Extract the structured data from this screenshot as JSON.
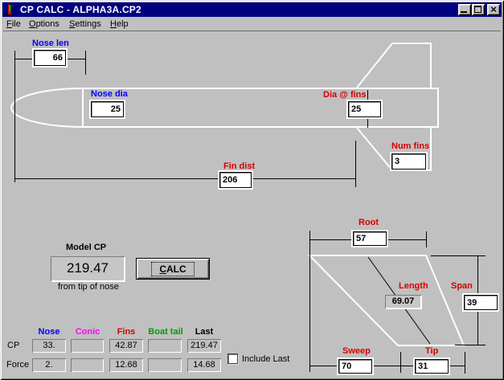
{
  "window": {
    "title": "CP CALC - ALPHA3A.CP2",
    "app_icon": "rocket-icon",
    "buttons": [
      "minimize",
      "maximize",
      "close"
    ]
  },
  "menu": {
    "items": [
      {
        "accel": "F",
        "rest": "ile"
      },
      {
        "accel": "O",
        "rest": "ptions"
      },
      {
        "accel": "S",
        "rest": "ettings"
      },
      {
        "accel": "H",
        "rest": "elp"
      }
    ]
  },
  "diagram": {
    "nose_len": {
      "label": "Nose len",
      "value": "66"
    },
    "nose_dia": {
      "label": "Nose dia",
      "value": "25"
    },
    "dia_at_fins": {
      "label": "Dia @ fins",
      "value": "25"
    },
    "num_fins": {
      "label": "Num fins",
      "value": "3"
    },
    "fin_dist": {
      "label": "Fin dist",
      "value": "206"
    }
  },
  "fin_detail": {
    "root": {
      "label": "Root",
      "value": "57"
    },
    "length": {
      "label": "Length",
      "value": "69.07"
    },
    "span": {
      "label": "Span",
      "value": "39"
    },
    "sweep": {
      "label": "Sweep",
      "value": "70"
    },
    "tip": {
      "label": "Tip",
      "value": "31"
    }
  },
  "model_cp": {
    "label": "Model CP",
    "value": "219.47",
    "caption": "from tip of nose",
    "calc_button": {
      "accel": "C",
      "rest": "ALC"
    }
  },
  "results": {
    "row_labels": [
      "CP",
      "Force"
    ],
    "columns": [
      "Nose",
      "Conic",
      "Fins",
      "Boat tail",
      "Last"
    ],
    "cp_values": [
      "33.",
      "",
      "42.87",
      "",
      "219.47"
    ],
    "force_values": [
      "2.",
      "",
      "12.68",
      "",
      "14.68"
    ],
    "include_last_label": "Include Last",
    "include_last_checked": false
  },
  "colors": {
    "titlebar": "#000080",
    "background": "#c0c0c0",
    "blue_label": "#0000ff",
    "red_label": "#d40000",
    "conic_magenta": "#ff00ff",
    "boat_tail_green": "#00a000",
    "outline_white": "#ffffff"
  }
}
